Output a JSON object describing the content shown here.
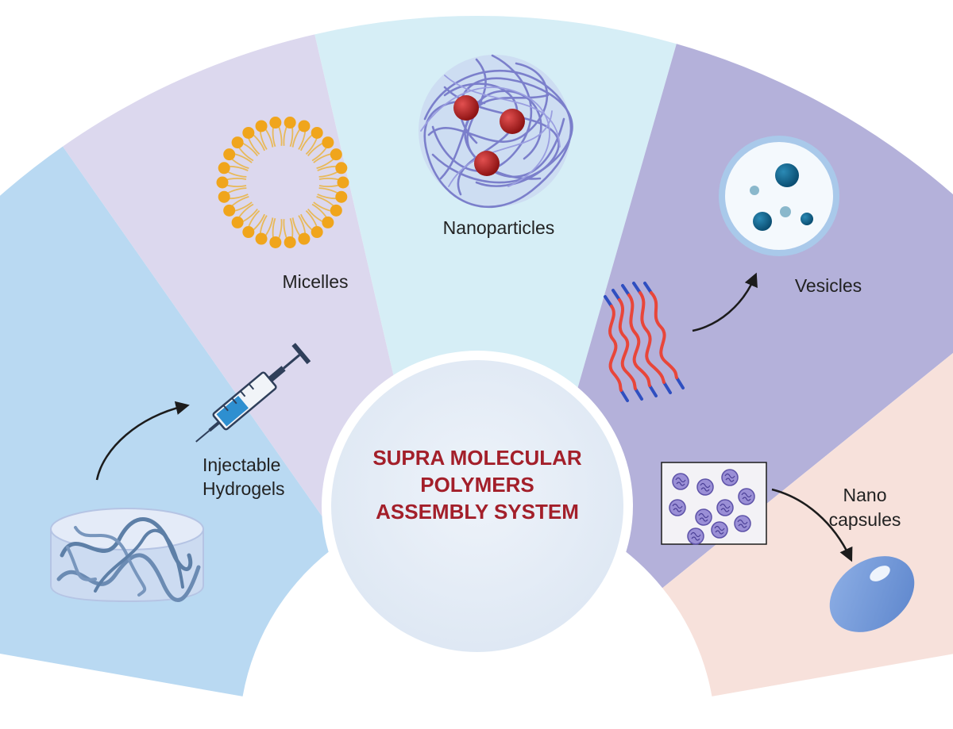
{
  "center": {
    "line1": "SUPRA MOLECULAR",
    "line2": "POLYMERS",
    "line3": "ASSEMBLY SYSTEM"
  },
  "segments": [
    {
      "id": "injectable-hydrogels",
      "line1": "Injectable",
      "line2": "Hydrogels"
    },
    {
      "id": "micelles",
      "line1": "Micelles"
    },
    {
      "id": "nanoparticles",
      "line1": "Nanoparticles"
    },
    {
      "id": "vesicles",
      "line1": "Vesicles"
    },
    {
      "id": "nano-capsules",
      "line1": "Nano",
      "line2": "capsules"
    }
  ],
  "colors": {
    "hydrogels_bg": "#b9d9f2",
    "micelles_bg": "#dcd8ee",
    "nanoparticles_bg": "#d6eef6",
    "vesicles_bg": "#b4b1da",
    "capsules_bg": "#f7e1db",
    "center_text": "#a31f2a",
    "center_fill": "#e6eef7"
  }
}
